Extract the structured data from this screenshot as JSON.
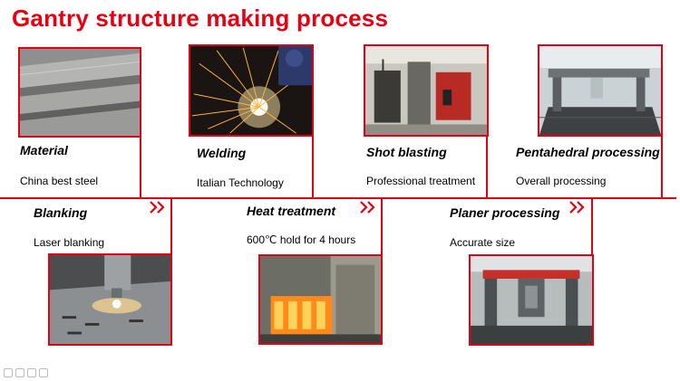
{
  "title": "Gantry structure making process",
  "steps_top": [
    {
      "title": "Material",
      "desc": "China best steel"
    },
    {
      "title": "Welding",
      "desc": "Italian Technology"
    },
    {
      "title": "Shot blasting",
      "desc": "Professional treatment"
    },
    {
      "title": "Pentahedral processing",
      "desc": "Overall processing"
    }
  ],
  "steps_bottom": [
    {
      "title": "Blanking",
      "desc": "Laser blanking"
    },
    {
      "title": "Heat treatment",
      "desc": "600℃ hold for 4 hours"
    },
    {
      "title": "Planer processing",
      "desc": "Accurate size"
    }
  ],
  "icons": {
    "chevron": "double-chevron-right-icon"
  },
  "colors": {
    "accent": "#e60012"
  }
}
